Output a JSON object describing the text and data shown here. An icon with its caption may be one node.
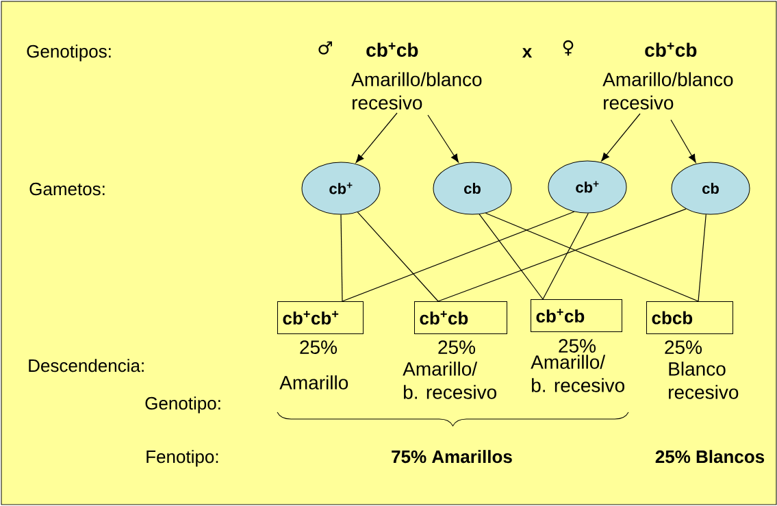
{
  "diagram": {
    "nodes": [
      {
        "text": [
          "cb$^{+}$cb",
          "Amarillo/blanco recesivo"
        ],
        "beside": [
          "♂"
        ]
      },
      {
        "text": [
          "cb$^{+}$cb",
          "Amarillo/blanco recesivo"
        ],
        "beside": [
          "♀"
        ]
      },
      {
        "text": [
          "cb$^{+}$"
        ]
      },
      {
        "text": [
          "cb"
        ]
      },
      {
        "text": [
          "cb$^{+}$"
        ]
      },
      {
        "text": [
          "cb"
        ]
      },
      {
        "text": [
          "cb$^{+}$cb$^{+}$"
        ],
        "beside": [
          "25%",
          "Amarillo"
        ]
      },
      {
        "text": [
          "cb$^{+}$cb"
        ],
        "beside": [
          "25%",
          "Amarillo/ b. recesivo"
        ]
      },
      {
        "text": [
          "cb$^{+}$cb"
        ],
        "beside": [
          "25%",
          "Amarillo/ b. recesivo"
        ]
      },
      {
        "text": [
          "cbcb"
        ],
        "beside": [
          "25%",
          "Blanco recesivo"
        ]
      }
    ],
    "edges": [
      {
        "from": 0,
        "to": 2,
        "arrow": "to"
      },
      {
        "from": 0,
        "to": 3,
        "arrow": "to"
      },
      {
        "from": 1,
        "to": 4,
        "arrow": "to"
      },
      {
        "from": 1,
        "to": 5,
        "arrow": "to"
      },
      {
        "from": 2,
        "to": 6,
        "arrow": "none"
      },
      {
        "from": 2,
        "to": 7,
        "arrow": "none"
      },
      {
        "from": 3,
        "to": 8,
        "arrow": "none"
      },
      {
        "from": 3,
        "to": 9,
        "arrow": "none"
      },
      {
        "from": 4,
        "to": 6,
        "arrow": "none"
      },
      {
        "from": 4,
        "to": 8,
        "arrow": "none"
      },
      {
        "from": 5,
        "to": 7,
        "arrow": "none"
      },
      {
        "from": 5,
        "to": 9,
        "arrow": "none"
      }
    ],
    "labels": [
      "Genotipos:",
      "x",
      "Gametos:",
      "Descendencia:",
      "Genotipo:",
      "Fenotipo:",
      "75% Amarillos",
      "25% Blancos"
    ]
  }
}
